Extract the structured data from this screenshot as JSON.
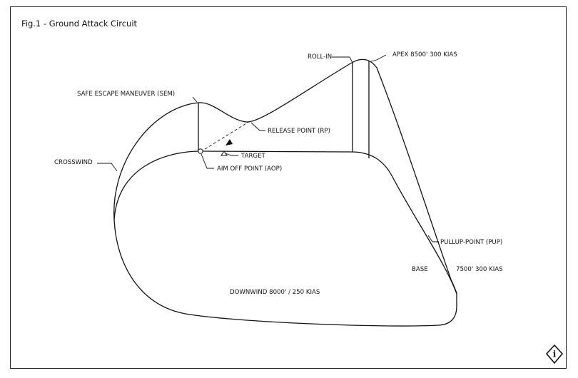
{
  "figure": {
    "title": "Fig.1 - Ground Attack Circuit"
  },
  "labels": {
    "roll_in": "ROLL-IN",
    "apex": "APEX 8500' 300 KIAS",
    "sem": "SAFE ESCAPE MANEUVER (SEM)",
    "release_point": "RELEASE POINT (RP)",
    "target": "TARGET",
    "aim_off_point": "AIM OFF POINT (AOP)",
    "crosswind": "CROSSWIND",
    "pullup_point": "PULLUP-POINT (PUP)",
    "base": "BASE",
    "base_speed": "7500' 300 KIAS",
    "downwind": "DOWNWIND 8000' / 250 KIAS"
  },
  "badge": {
    "icon": "info-icon",
    "text": "i"
  }
}
